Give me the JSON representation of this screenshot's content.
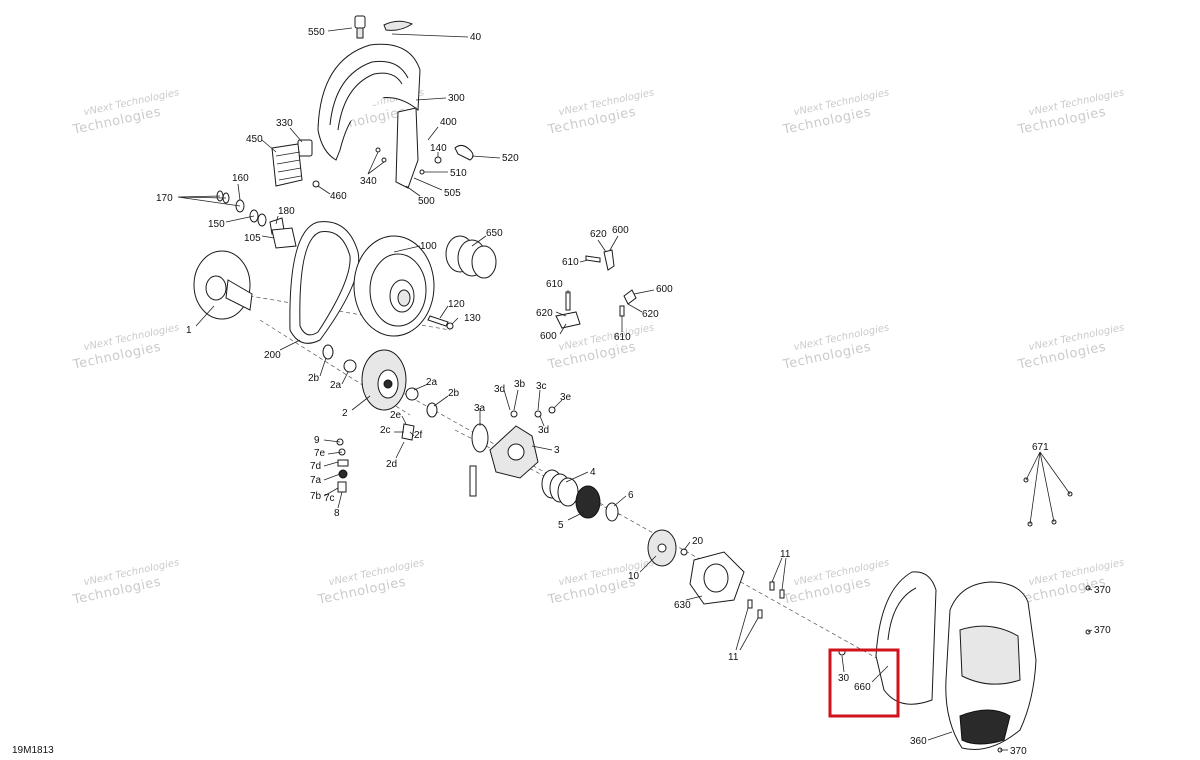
{
  "diagram": {
    "reference_code": "19M1813",
    "watermark": {
      "line1": "vNext Technologies",
      "line2": "Technologies"
    },
    "callouts": [
      "550",
      "40",
      "300",
      "330",
      "450",
      "400",
      "140",
      "520",
      "510",
      "505",
      "500",
      "340",
      "460",
      "160",
      "170",
      "180",
      "150",
      "105",
      "100",
      "650",
      "620",
      "600",
      "610",
      "600",
      "620",
      "610",
      "620",
      "600",
      "610",
      "120",
      "130",
      "1",
      "200",
      "2b",
      "2a",
      "2a",
      "2b",
      "2",
      "3a",
      "3b",
      "3c",
      "3d",
      "3e",
      "3d",
      "3",
      "2e",
      "2c",
      "2f",
      "2d",
      "9",
      "7e",
      "7d",
      "7a",
      "7b",
      "7c",
      "8",
      "4",
      "5",
      "6",
      "20",
      "10",
      "630",
      "11",
      "11",
      "30",
      "660",
      "671",
      "370",
      "370",
      "370",
      "360"
    ],
    "highlight_label": "highlighted-callout-30-660"
  }
}
